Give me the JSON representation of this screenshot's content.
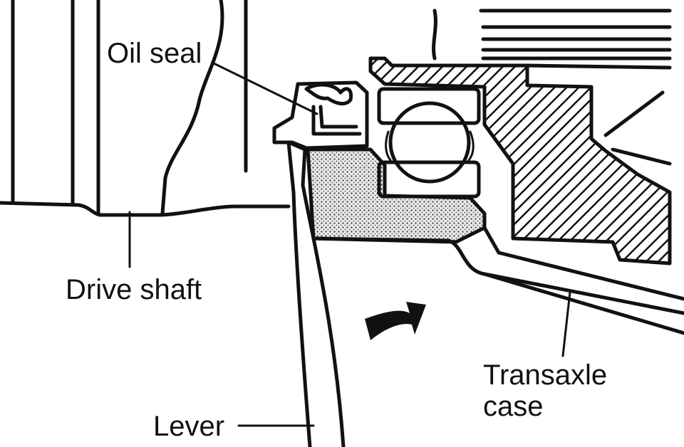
{
  "labels": {
    "oil_seal": "Oil seal",
    "drive_shaft": "Drive shaft",
    "lever": "Lever",
    "transaxle_line1": "Transaxle",
    "transaxle_line2": "case"
  },
  "colors": {
    "line": "#111111",
    "background": "#ffffff"
  },
  "icons": {
    "direction_arrow": "curved-arrow-icon"
  }
}
